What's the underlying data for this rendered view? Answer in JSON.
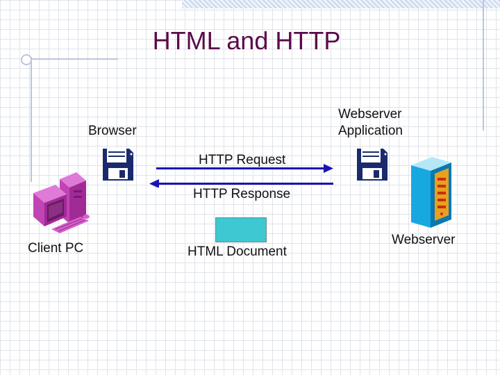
{
  "title": "HTML and HTTP",
  "labels": {
    "browser": "Browser",
    "webserver_application_line1": "Webserver",
    "webserver_application_line2": "Application",
    "http_request": "HTTP Request",
    "http_response": "HTTP Response",
    "client_pc": "Client PC",
    "html_document": "HTML Document",
    "webserver": "Webserver"
  },
  "colors": {
    "title": "#5a0a4a",
    "arrow": "#1a14b4",
    "document_fill": "#3ec8d2",
    "pc": "#c044b4",
    "server": "#18a8e0",
    "floppy": "#1a2a6c",
    "grid": "#dfe3ea"
  },
  "icons": {
    "browser": "floppy-disk-icon",
    "webserver_application": "floppy-disk-icon",
    "client": "desktop-computer-icon",
    "server": "server-tower-icon",
    "document": "document-box"
  }
}
